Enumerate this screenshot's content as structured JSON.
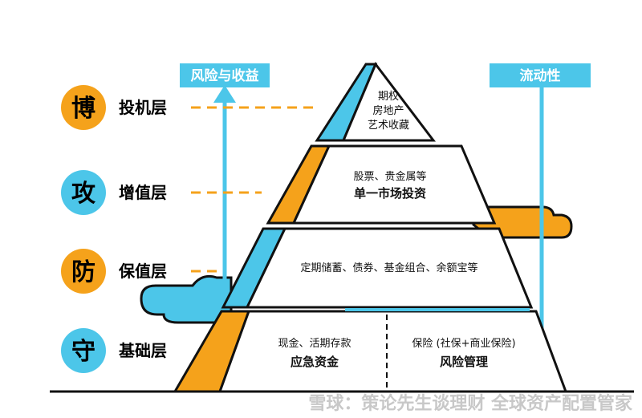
{
  "colors": {
    "orange": "#F5A21B",
    "blue": "#4CC6E9",
    "black": "#111111",
    "dash": "#F5A21B"
  },
  "tags": {
    "risk_return": "风险与收益",
    "liquidity": "流动性"
  },
  "layers": [
    {
      "badge": "博",
      "name": "投机层",
      "badge_color": "orange"
    },
    {
      "badge": "攻",
      "name": "增值层",
      "badge_color": "blue"
    },
    {
      "badge": "防",
      "name": "保值层",
      "badge_color": "orange"
    },
    {
      "badge": "守",
      "name": "基础层",
      "badge_color": "blue"
    }
  ],
  "pyramid": {
    "top": [
      "期权",
      "房地产",
      "艺术收藏"
    ],
    "second": {
      "line1": "股票、贵金属等",
      "line2": "单一市场投资"
    },
    "third": "定期储蓄、债券、基金组合、余额宝等",
    "base_left": {
      "line1": "现金、活期存款",
      "line2": "应急资金"
    },
    "base_right": {
      "line1": "保险 (社保+商业保险)",
      "line2": "风险管理"
    }
  },
  "watermark": "雪球：策论先生谈理财  全球资产配置管家"
}
